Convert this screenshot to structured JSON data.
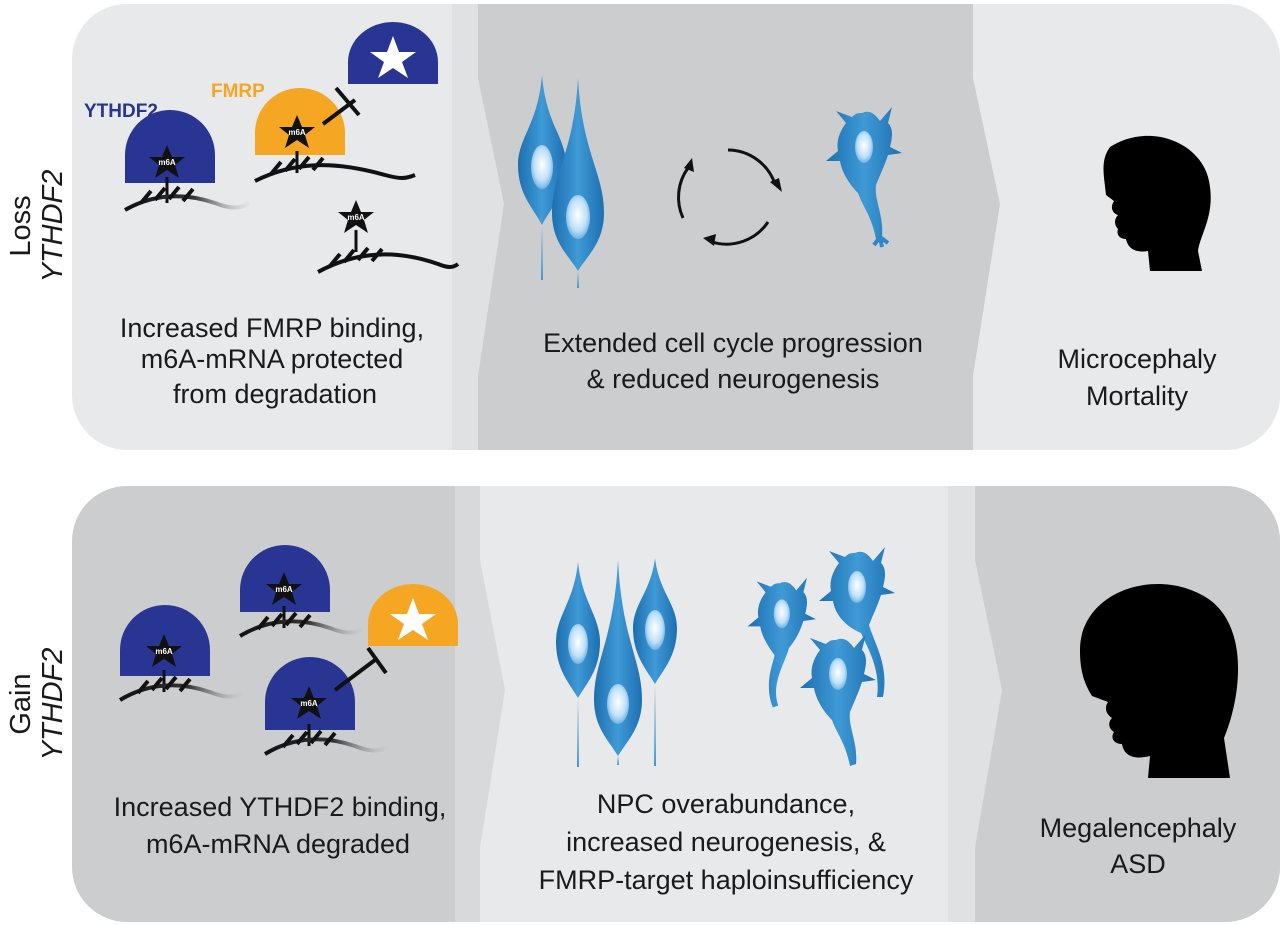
{
  "colors": {
    "ythdf2": "#283593",
    "fmrp": "#f5a623",
    "cell": "#2f86c8",
    "panel_light": "#e8e9ea",
    "panel_mid": "#d4d5d6",
    "panel_dark": "#c4c5c6"
  },
  "top_row": {
    "side_label": "Loss",
    "gene_label": "YTHDF2",
    "protein_labels": {
      "ythdf2": "YTHDF2",
      "fmrp": "FMRP"
    },
    "mark_label": "m6A",
    "mechanism": [
      "Increased FMRP binding,",
      "m6A-mRNA protected",
      "from degradation"
    ],
    "cellular": [
      "Extended cell cycle progression",
      "& reduced neurogenesis"
    ],
    "outcome": [
      "Microcephaly",
      "Mortality"
    ]
  },
  "bottom_row": {
    "side_label": "Gain",
    "gene_label": "YTHDF2",
    "mark_label": "m6A",
    "mechanism": [
      "Increased YTHDF2 binding,",
      "m6A-mRNA degraded"
    ],
    "cellular": [
      "NPC overabundance,",
      "increased neurogenesis, &",
      "FMRP-target haploinsufficiency"
    ],
    "outcome": [
      "Megalencephaly",
      "ASD"
    ]
  }
}
